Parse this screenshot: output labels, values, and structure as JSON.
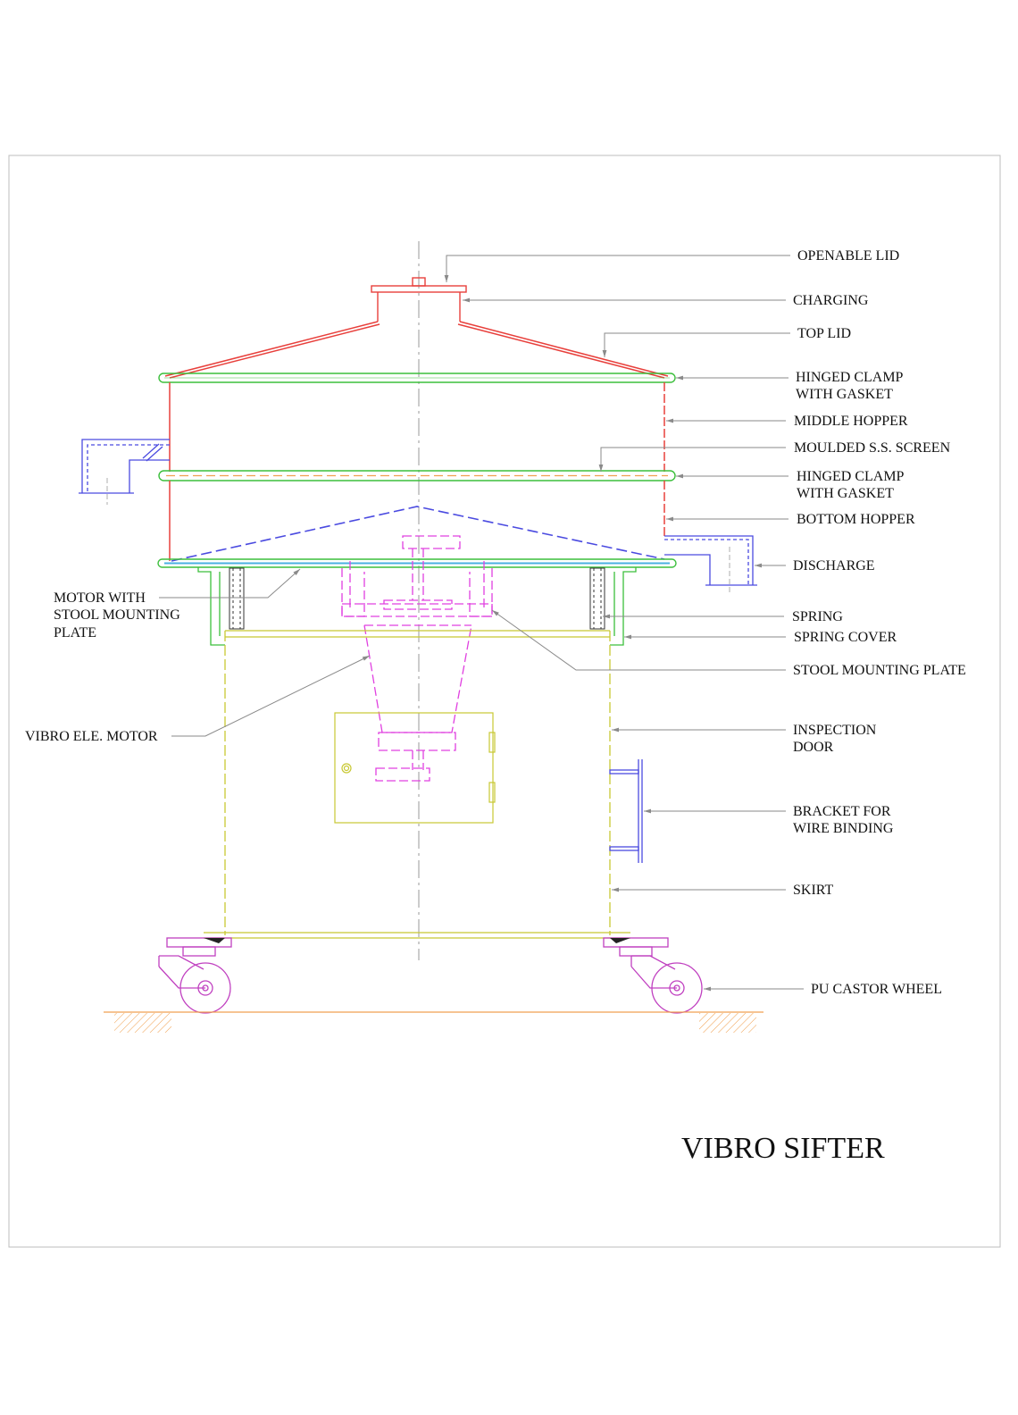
{
  "drawing": {
    "title": "VIBRO SIFTER"
  },
  "labels": {
    "openable_lid": "OPENABLE LID",
    "charging": "CHARGING",
    "top_lid": "TOP LID",
    "hinged_clamp_1": [
      "HINGED CLAMP",
      "WITH GASKET"
    ],
    "middle_hopper": "MIDDLE HOPPER",
    "moulded_screen": "MOULDED S.S. SCREEN",
    "hinged_clamp_2": [
      "HINGED CLAMP",
      "WITH GASKET"
    ],
    "bottom_hopper": "BOTTOM HOPPER",
    "discharge": "DISCHARGE",
    "motor_with_stool": [
      "MOTOR WITH",
      "STOOL MOUNTING",
      "PLATE"
    ],
    "spring": "SPRING",
    "spring_cover": "SPRING COVER",
    "stool_mounting_plate": "STOOL MOUNTING PLATE",
    "vibro_motor": "VIBRO ELE. MOTOR",
    "inspection_door": [
      "INSPECTION",
      "DOOR"
    ],
    "bracket": [
      "BRACKET FOR",
      "WIRE BINDING"
    ],
    "skirt": "SKIRT",
    "castor_wheel": "PU CASTOR WHEEL"
  },
  "colors": {
    "hopper_red": "#e8403c",
    "clamp_green": "#3cbf3c",
    "hood_blue": "#4a4ae0",
    "motor_magenta": "#e040e0",
    "skirt_yellow": "#c8c832",
    "plate_cyan": "#4ab0e0",
    "ground_orange": "#f0a050",
    "leader_grey": "#8a8a8a",
    "centerline_grey": "#9a9a9a"
  }
}
